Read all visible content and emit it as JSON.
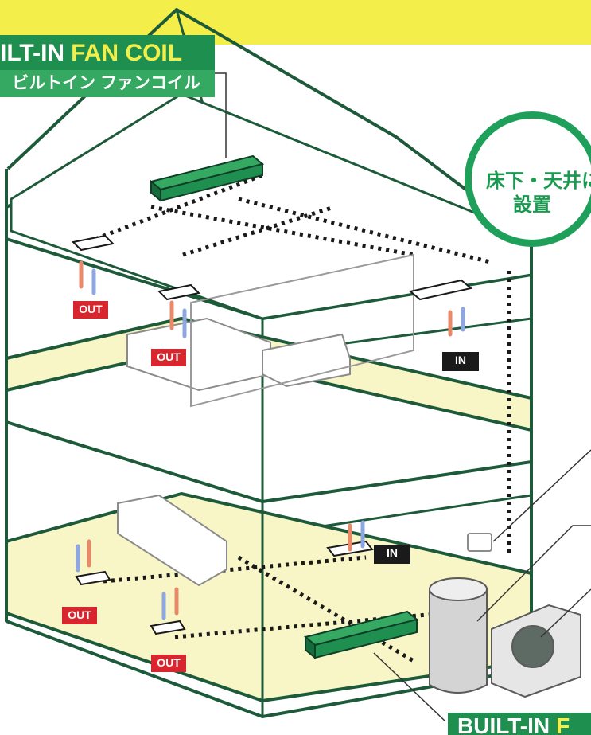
{
  "labels": {
    "top_en_a": "ILT-IN",
    "top_en_b": "FAN COIL",
    "top_jp": "ビルトイン ファンコイル",
    "bottom_en_a": "BUILT-IN",
    "bottom_en_b": "F"
  },
  "badge": {
    "line1": "床下・天井に",
    "line2": "設置"
  },
  "tags": {
    "out": "OUT",
    "in": "IN"
  },
  "colors": {
    "banner": "#f3ee4a",
    "line": "#1d5a3a",
    "floor": "#f8f5c6",
    "fan_coil": "#1f8f4f",
    "out_tag": "#d8262e",
    "in_tag": "#1a1a1a",
    "badge": "#1fa05a"
  }
}
